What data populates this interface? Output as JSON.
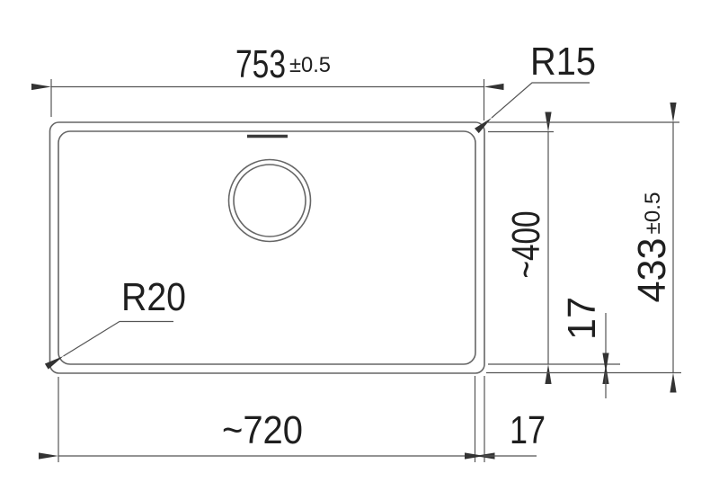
{
  "drawing": {
    "type": "technical-dimension-drawing",
    "subject": "sink top view with outer rim and bowl",
    "labels": {
      "overall_width": {
        "value": "753",
        "tolerance": "±0.5"
      },
      "overall_depth": {
        "value": "433",
        "tolerance": "±0.5"
      },
      "bowl_width": {
        "value": "~720"
      },
      "bowl_depth": {
        "value": "~400"
      },
      "offset_right": {
        "value": "17"
      },
      "offset_bottom": {
        "value": "17"
      },
      "radius_outer_corner": {
        "value": "R15"
      },
      "radius_bowl_corner": {
        "value": "R20"
      }
    },
    "colors": {
      "background": "#ffffff",
      "outline": "#666666",
      "dimension_lines": "#555555",
      "arrowheads": "#333333",
      "text": "#1f1f1f"
    }
  }
}
